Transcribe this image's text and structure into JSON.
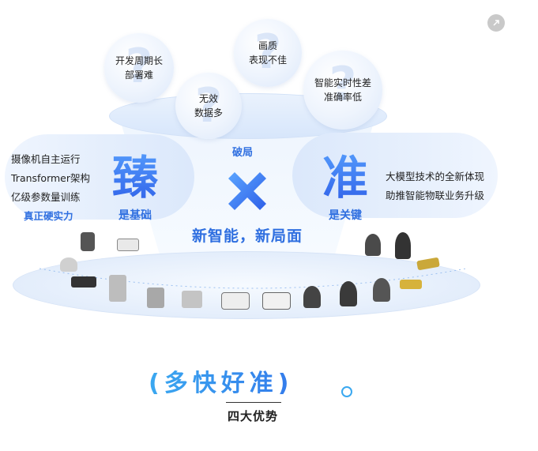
{
  "pain_points": [
    {
      "text": "开发周期长\n部署难"
    },
    {
      "text": "画质\n表现不佳"
    },
    {
      "text": "无效\n数据多"
    },
    {
      "text": "智能实时性差\n准确率低"
    }
  ],
  "left_panel": {
    "items": [
      "摄像机自主运行",
      "Transformer架构",
      "亿级参数量训练"
    ],
    "highlight": "真正硬实力",
    "big_char": "臻",
    "sub": "是基础"
  },
  "center": {
    "top_label": "破局",
    "slogan": "新智能，新局面"
  },
  "right_panel": {
    "big_char": "准",
    "sub": "是关键",
    "items": [
      "大模型技术的全新体现",
      "助推智能物联业务升级"
    ]
  },
  "headline": "(多快好准)",
  "caption": "四大优势",
  "icons": {
    "share": "share-icon",
    "cross": "cross-icon"
  },
  "colors": {
    "accent": "#2f6fe0",
    "accent_light": "#5aa5ff",
    "cyan": "#3aa8f0"
  }
}
